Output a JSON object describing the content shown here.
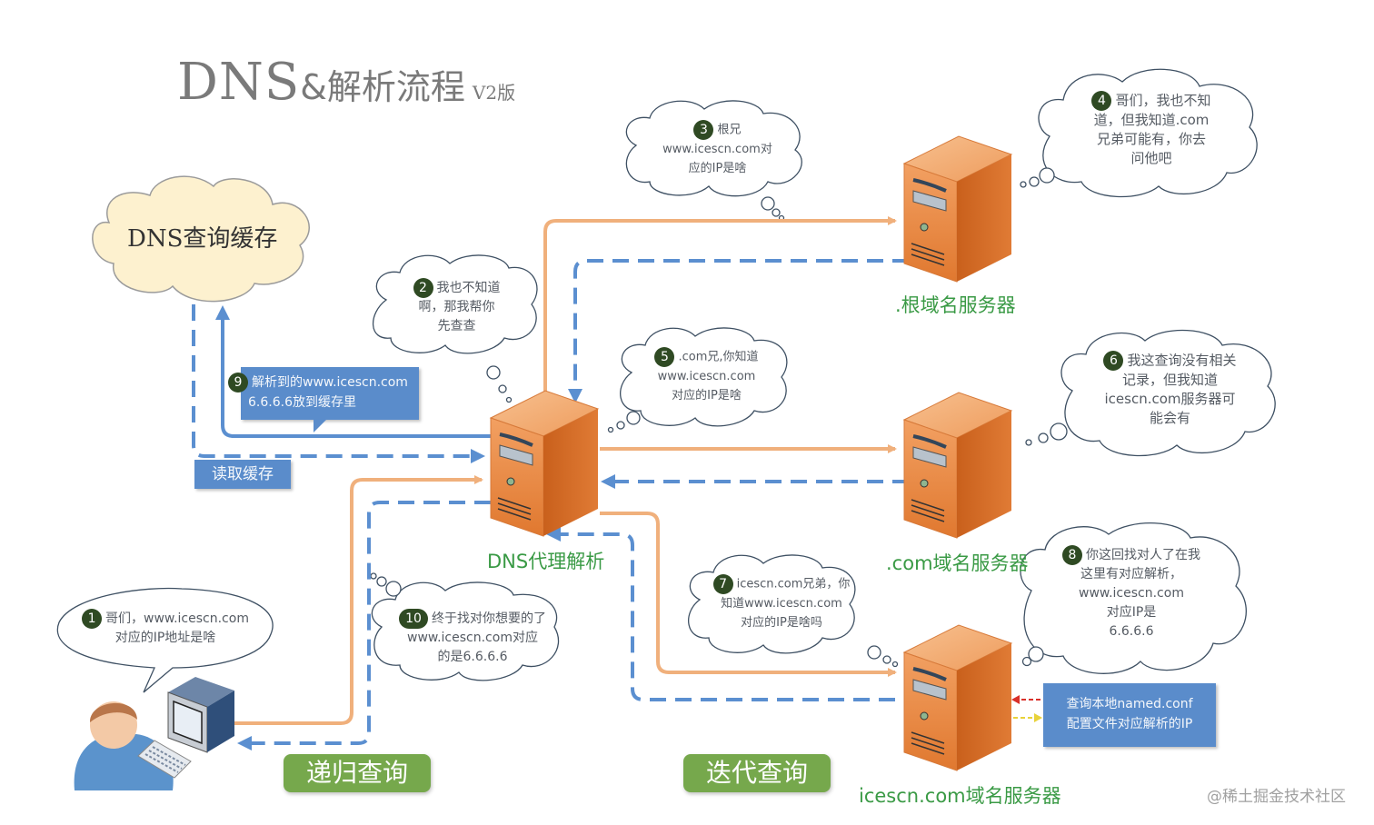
{
  "title": {
    "main": "DNS",
    "sub": "&解析流程",
    "version": "V2版"
  },
  "cache_cloud": {
    "label": "DNS查询缓存"
  },
  "servers": {
    "proxy": {
      "label": "DNS代理解析"
    },
    "root": {
      "label": ".根域名服务器"
    },
    "com": {
      "label": ".com域名服务器"
    },
    "icescn": {
      "label": "icescn.com域名服务器"
    }
  },
  "steps": [
    {
      "num": "1",
      "lines": [
        "哥们，www.icescn.com",
        "对应的IP地址是啥"
      ]
    },
    {
      "num": "2",
      "lines": [
        "我也不知道",
        "啊，那我帮你",
        "先查查"
      ]
    },
    {
      "num": "3",
      "lines": [
        "根兄",
        "www.icescn.com对",
        "应的IP是啥"
      ]
    },
    {
      "num": "4",
      "lines": [
        "哥们，我也不知",
        "道，但我知道.com",
        "兄弟可能有，你去",
        "问他吧"
      ]
    },
    {
      "num": "5",
      "lines": [
        ".com兄,你知道",
        "www.icescn.com",
        "对应的IP是啥"
      ]
    },
    {
      "num": "6",
      "lines": [
        "我这查询没有相关",
        "记录，但我知道",
        "icescn.com服务器可",
        "能会有"
      ]
    },
    {
      "num": "7",
      "lines": [
        "icescn.com兄弟，你",
        "知道www.icescn.com",
        "对应的IP是啥吗"
      ]
    },
    {
      "num": "8",
      "lines": [
        "你这回找对人了在我",
        "这里有对应解析，",
        "www.icescn.com",
        "对应IP是",
        "6.6.6.6"
      ]
    },
    {
      "num": "9",
      "lines": [
        "解析到的www.icescn.com",
        "6.6.6.6放到缓存里"
      ]
    },
    {
      "num": "10",
      "lines": [
        "终于找对你想要的了",
        "www.icescn.com对应",
        "的是6.6.6.6"
      ]
    }
  ],
  "read_cache_label": "读取缓存",
  "named_conf_box": {
    "lines": [
      "查询本地named.conf",
      "配置文件对应解析的IP"
    ]
  },
  "buttons": {
    "recursive": "递归查询",
    "iterative": "迭代查询"
  },
  "watermark": "@稀土掘金技术社区",
  "colors": {
    "request_arrow": "#f0b07c",
    "response_arrow": "#5b8fd0",
    "server_orange": "#e07b35",
    "label_green": "#3a9a45",
    "badge_green": "#2f4a23",
    "button_green": "#76a84c",
    "box_blue": "#5a8ccb",
    "cache_cloud_fill": "#fdf1cf"
  }
}
